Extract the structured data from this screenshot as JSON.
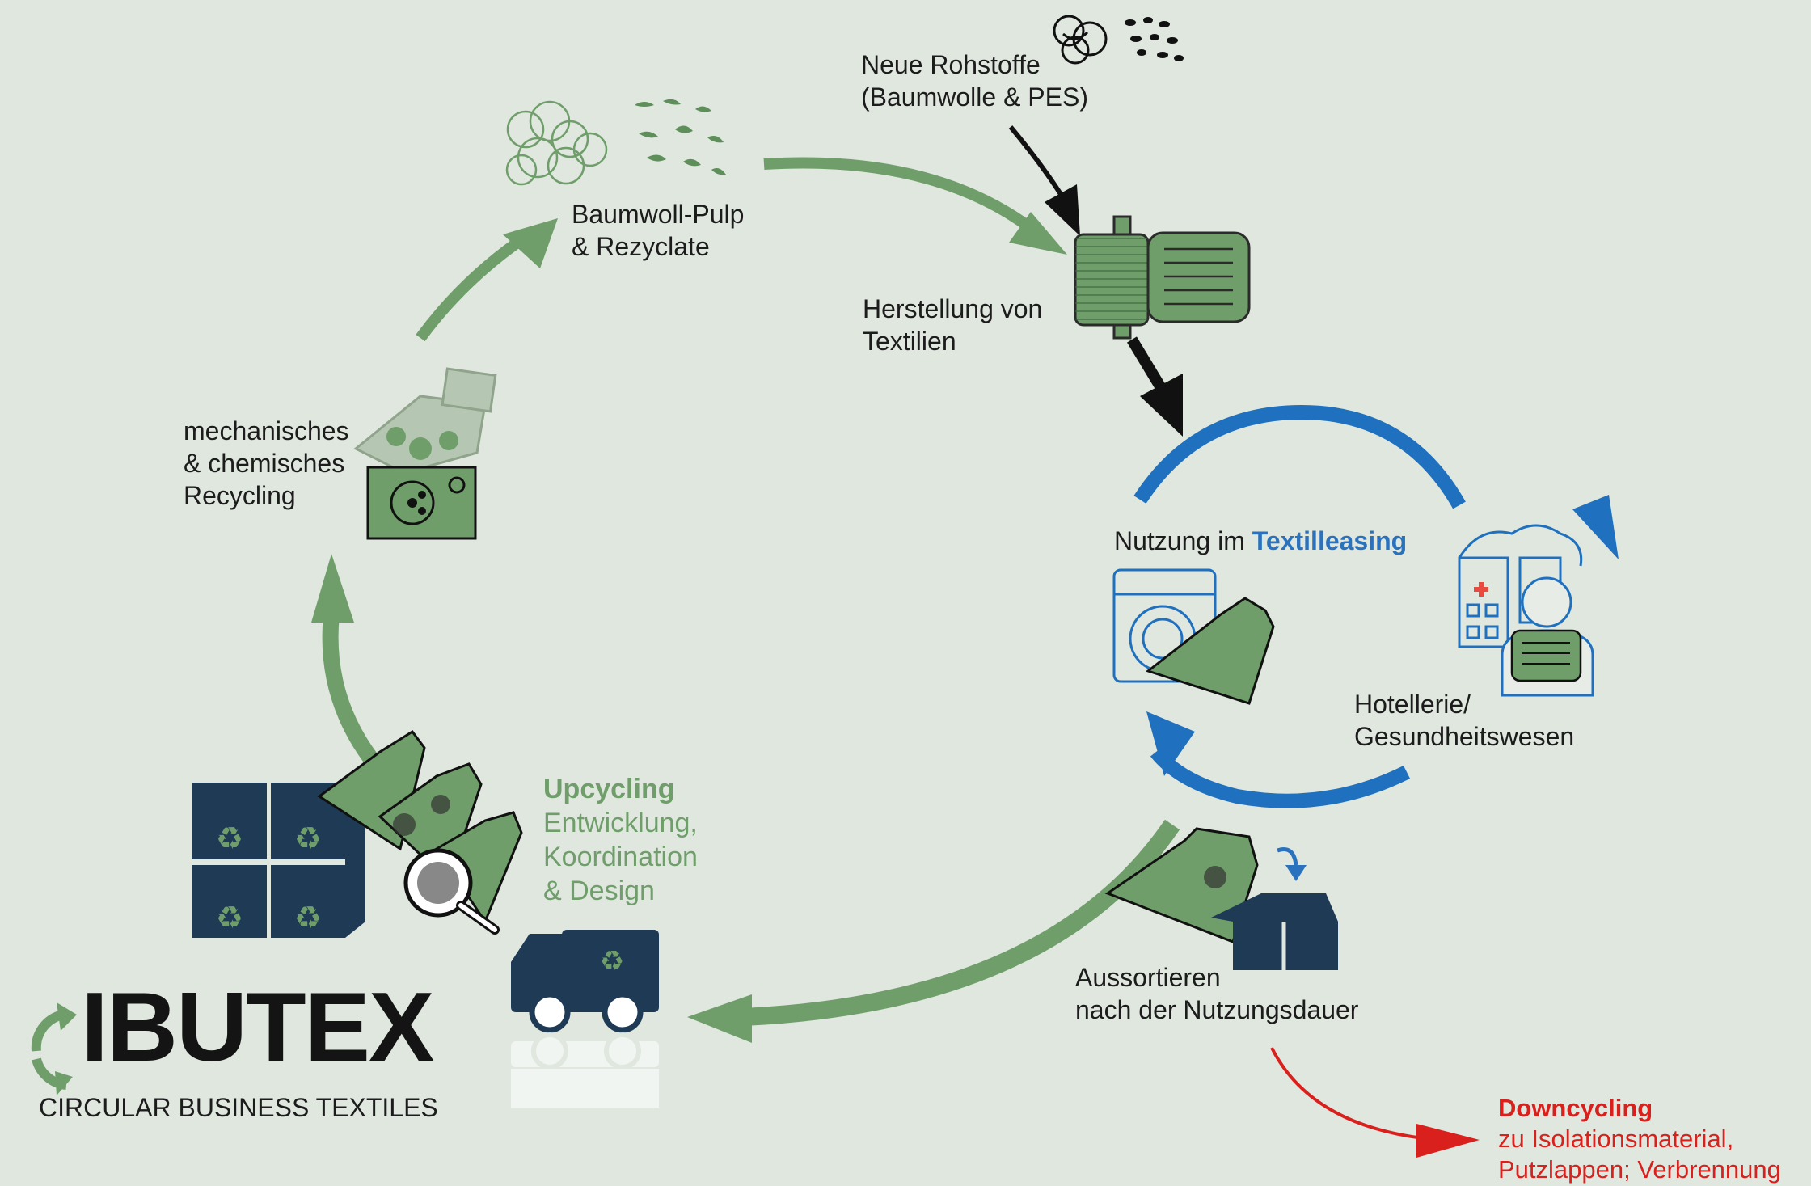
{
  "labels": {
    "raw_materials": [
      "Neue Rohstoffe",
      "(Baumwolle & PES)"
    ],
    "pulp": [
      "Baumwoll-Pulp",
      "& Rezyclate"
    ],
    "production": [
      "Herstellung von",
      "Textilien"
    ],
    "recycling": [
      "mechanisches",
      "& chemisches",
      "Recycling"
    ],
    "leasing_prefix": "Nutzung im ",
    "leasing_highlight": "Textilleasing",
    "sector": [
      "Hotellerie/",
      "Gesundheitswesen"
    ],
    "upcycling_title": "Upcycling",
    "upcycling_lines": [
      "Entwicklung,",
      "Koordination",
      "& Design"
    ],
    "sorting": [
      "Aussortieren",
      "nach der Nutzungsdauer"
    ],
    "downcycling_title": "Downcycling",
    "downcycling_lines": [
      "zu Isolationsmaterial,",
      "Putzlappen; Verbrennung"
    ]
  },
  "brand": {
    "name": "IBUTEX",
    "tagline": "CIRCULAR BUSINESS TEXTILES"
  },
  "icons": [
    "cotton-icon",
    "granulate-icon",
    "yarn-spool-icon",
    "folded-fabric-icon",
    "recycling-machine-icon",
    "washing-machine-icon",
    "hospital-icon",
    "person-icon",
    "box-icon",
    "crates-icon",
    "magnifier-icon",
    "truck-icon",
    "recycle-logo-icon"
  ],
  "colors": {
    "background": "#dfe7df",
    "green": "#6f9e6a",
    "blue": "#1f70bf",
    "navy": "#1f3a55",
    "red": "#d9201c"
  }
}
